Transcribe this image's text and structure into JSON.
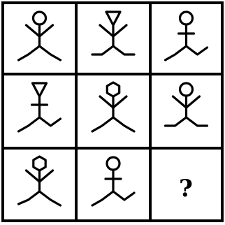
{
  "puzzle": {
    "rows": 3,
    "cols": 3,
    "colors": {
      "background": "#ffffff",
      "ink": "#000000"
    },
    "cells": [
      {
        "head": "circle",
        "arms": "up",
        "legs": "bent-both",
        "feet": "down"
      },
      {
        "head": "triangle",
        "arms": "up",
        "legs": "bent-both",
        "feet": "flat"
      },
      {
        "head": "circle",
        "arms": "flat",
        "legs": "bent-both",
        "feet": "up"
      },
      {
        "head": "triangle",
        "arms": "flat",
        "legs": "bent-both",
        "feet": "up"
      },
      {
        "head": "hexagon",
        "arms": "up",
        "legs": "bent-both",
        "feet": "down"
      },
      {
        "head": "circle",
        "arms": "up",
        "legs": "bent-both",
        "feet": "flat"
      },
      {
        "head": "hexagon",
        "arms": "up",
        "legs": "bent-both",
        "feet": "down-left"
      },
      {
        "head": "circle",
        "arms": "flat",
        "legs": "bent-both",
        "feet": "up"
      },
      {
        "missing": true,
        "label": "?"
      }
    ]
  }
}
